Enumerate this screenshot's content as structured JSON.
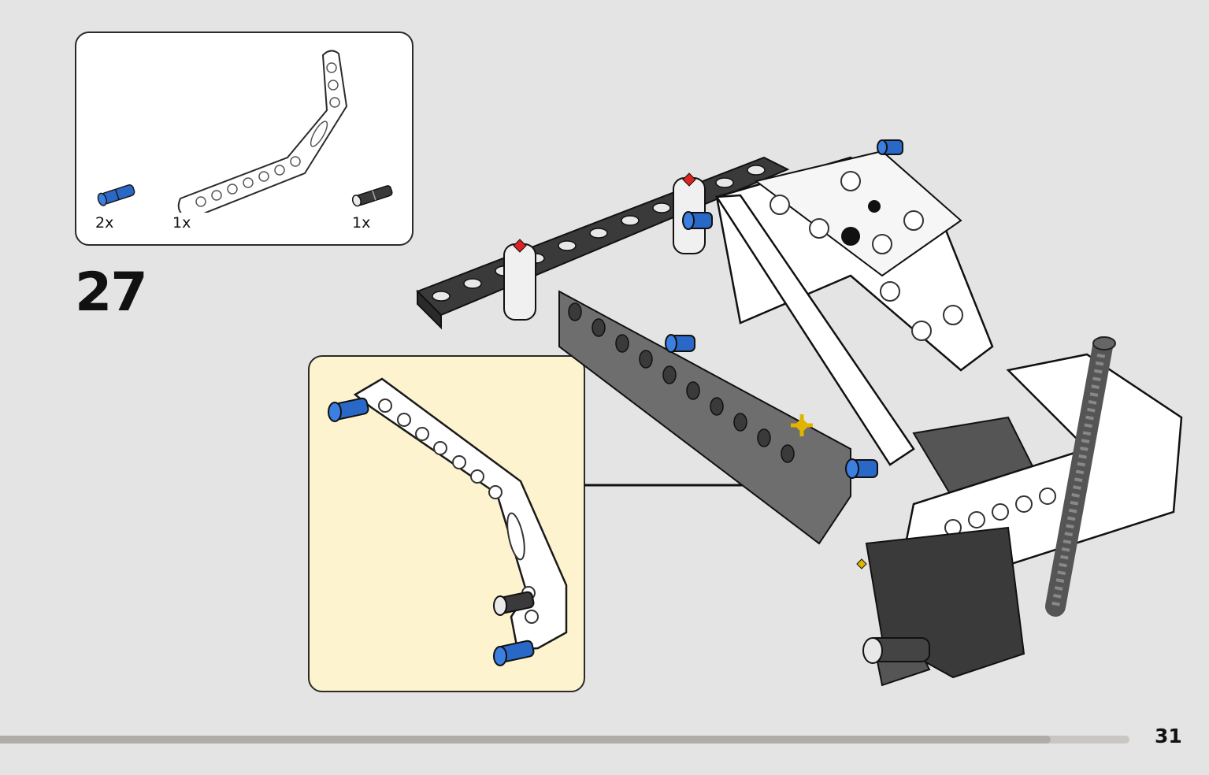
{
  "parts_list": {
    "items": [
      {
        "icon": "blue-pin-icon",
        "quantity": "2x"
      },
      {
        "icon": "white-bent-beam-icon",
        "quantity": "1x"
      },
      {
        "icon": "black-pin-icon",
        "quantity": "1x"
      }
    ]
  },
  "step": {
    "number": "27"
  },
  "page": {
    "number": "31",
    "progress_percent": 93
  },
  "colors": {
    "background": "#e4e4e4",
    "zoom_background": "#fdf3cf",
    "pin_blue": "#2a68c8",
    "beam_white": "#ffffff",
    "beam_dark": "#3a3a3a"
  }
}
